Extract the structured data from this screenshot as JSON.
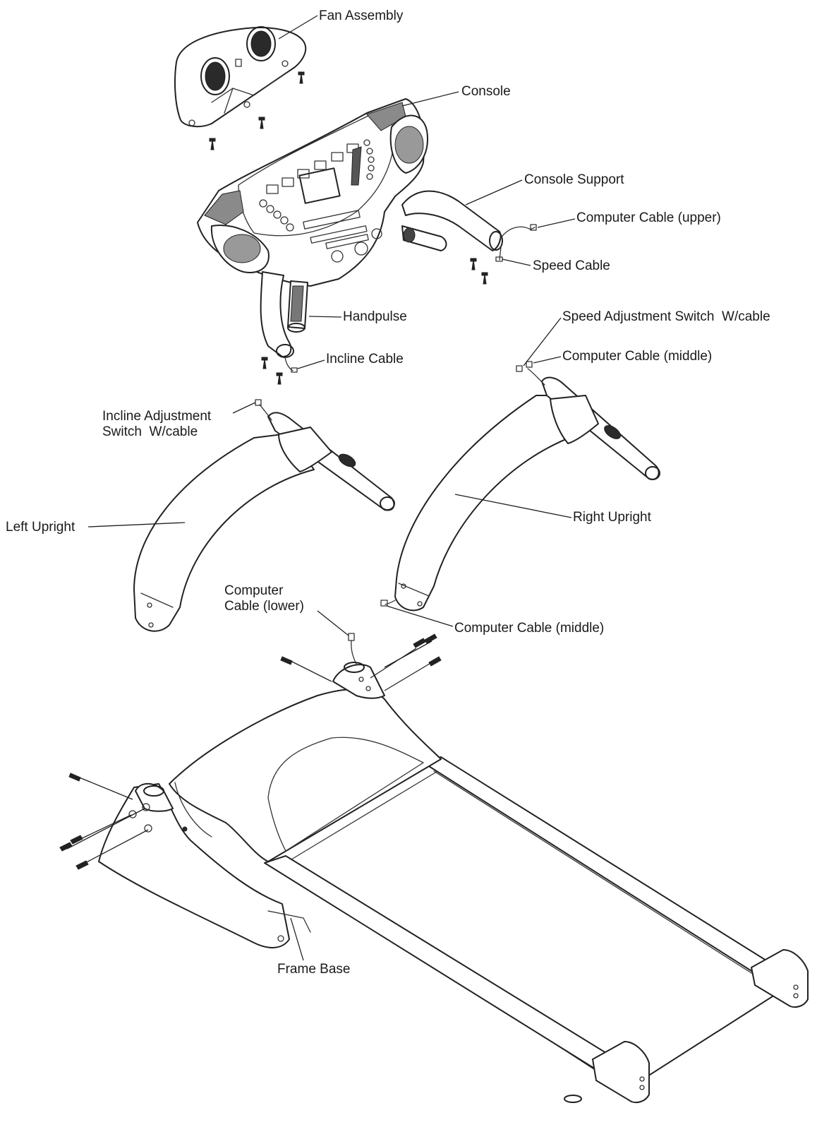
{
  "labels": {
    "fan_assembly": "Fan Assembly",
    "console": "Console",
    "console_support": "Console Support",
    "computer_cable_upper": "Computer Cable (upper)",
    "speed_cable": "Speed Cable",
    "handpulse": "Handpulse",
    "incline_cable": "Incline Cable",
    "speed_adjustment_switch": "Speed Adjustment Switch  W/cable",
    "computer_cable_middle_top": "Computer Cable (middle)",
    "incline_adjustment_switch_line1": "Incline Adjustment",
    "incline_adjustment_switch_line2": "Switch  W/cable",
    "left_upright": "Left Upright",
    "right_upright": "Right Upright",
    "computer_cable_lower_line1": "Computer",
    "computer_cable_lower_line2": "Cable (lower)",
    "computer_cable_middle_bottom": "Computer Cable (middle)",
    "frame_base": "Frame Base"
  }
}
